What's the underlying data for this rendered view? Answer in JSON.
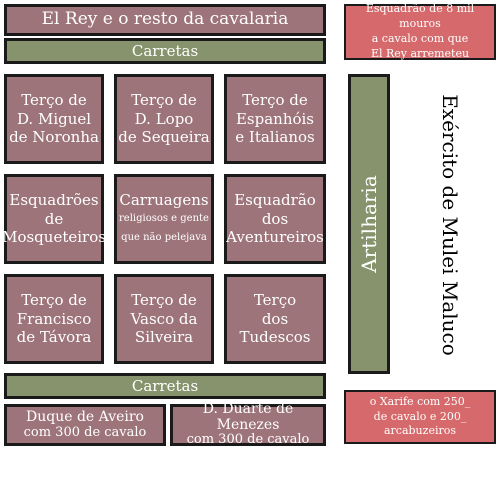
{
  "top_title": "El Rey e o resto da cavalaria",
  "carretas_top": "Carretas",
  "carretas_bottom": "Carretas",
  "moors": {
    "line1": "Esquadrão de 8 mil mouros",
    "line2": "a cavalo com que",
    "line3": "El Rey arremeteu"
  },
  "row1": [
    {
      "l1": "Terço de",
      "l2": "D. Miguel",
      "l3": "de Noronha"
    },
    {
      "l1": "Terço de",
      "l2": "D. Lopo",
      "l3": "de Sequeira"
    },
    {
      "l1": "Terço de",
      "l2": "Espanhóis",
      "l3": "e Italianos"
    }
  ],
  "row2": [
    {
      "l1": "Esquadrões",
      "l2": "de",
      "l3": "Mosqueteiros"
    },
    {
      "l1": "Carruagens",
      "l2": "religiosos e gente",
      "l3": "que não pelejava"
    },
    {
      "l1": "Esquadrão",
      "l2": "dos",
      "l3": "Aventureiros"
    }
  ],
  "row3": [
    {
      "l1": "Terço de",
      "l2": "Francisco",
      "l3": "de Távora"
    },
    {
      "l1": "Terço de",
      "l2": "Vasco da",
      "l3": "Silveira"
    },
    {
      "l1": "Terço",
      "l2": "dos",
      "l3": "Tudescos"
    }
  ],
  "artilharia": "Artilharia",
  "army_label": "Exército de Mulei Maluco",
  "aveiro": {
    "l1": "Duque de Aveiro",
    "l2": "com 300 de cavalo"
  },
  "menezes": {
    "l1": "D. Duarte de Menezes",
    "l2": "com 300 de cavalo"
  },
  "xarife": {
    "line1": "o Xarife com 250_",
    "line2": "de cavalo e 200_",
    "line3": "arcabuzeiros"
  },
  "colors": {
    "mauve": "#9d7479",
    "olive": "#87936c",
    "red": "#d5696b",
    "border": "#1a1a1a"
  }
}
